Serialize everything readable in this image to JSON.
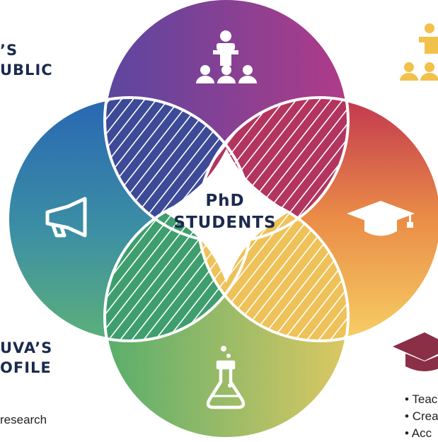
{
  "center": {
    "line1": "PhD",
    "line2": "STUDENTS"
  },
  "left_top": {
    "line1": "’S",
    "line2": "UBLIC"
  },
  "left_bottom": {
    "line1": "UVA’S",
    "line2": "OFILE",
    "body": "research"
  },
  "right_list": {
    "items": [
      "Teac",
      "Crea",
      "Acc"
    ]
  },
  "circles": [
    {
      "id": "top",
      "icon": "lecture-podium-audience-icon",
      "colors": [
        "#6a3f9a",
        "#a43d8e"
      ]
    },
    {
      "id": "left",
      "icon": "megaphone-icon",
      "colors": [
        "#2c6bb3",
        "#4fa79b"
      ]
    },
    {
      "id": "right",
      "icon": "graduation-cap-icon",
      "colors": [
        "#c73d52",
        "#f2c558"
      ]
    },
    {
      "id": "bottom",
      "icon": "flask-icon",
      "colors": [
        "#63b26b",
        "#d6c763"
      ]
    }
  ],
  "accent": {
    "yellow": "#f2c14a",
    "maroon": "#8a2f45",
    "navy": "#1b2a4e"
  }
}
